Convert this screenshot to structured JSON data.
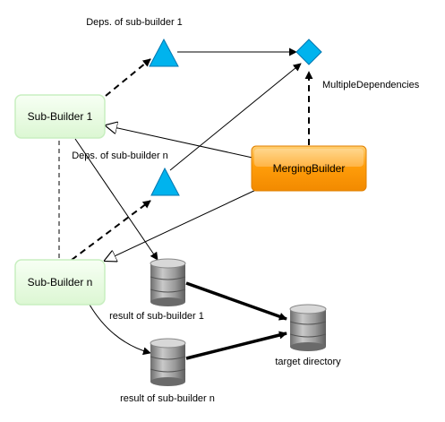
{
  "nodes": {
    "sub_builder_1": "Sub-Builder 1",
    "sub_builder_n": "Sub-Builder n",
    "merging_builder": "MergingBuilder",
    "multiple_dependencies": "MultipleDependencies",
    "deps_sub_builder_1": "Deps. of sub-builder 1",
    "deps_sub_builder_n": "Deps. of sub-builder n",
    "result_sub_builder_1": "result of sub-builder 1",
    "result_sub_builder_n": "result of sub-builder n",
    "target_directory": "target directory"
  },
  "colors": {
    "builder_fill": "#e6fbe0",
    "builder_border": "#c8efc0",
    "merging_fill": "#ff9900",
    "dependency_fill": "#00b3ee",
    "database_fill": "#888888"
  }
}
